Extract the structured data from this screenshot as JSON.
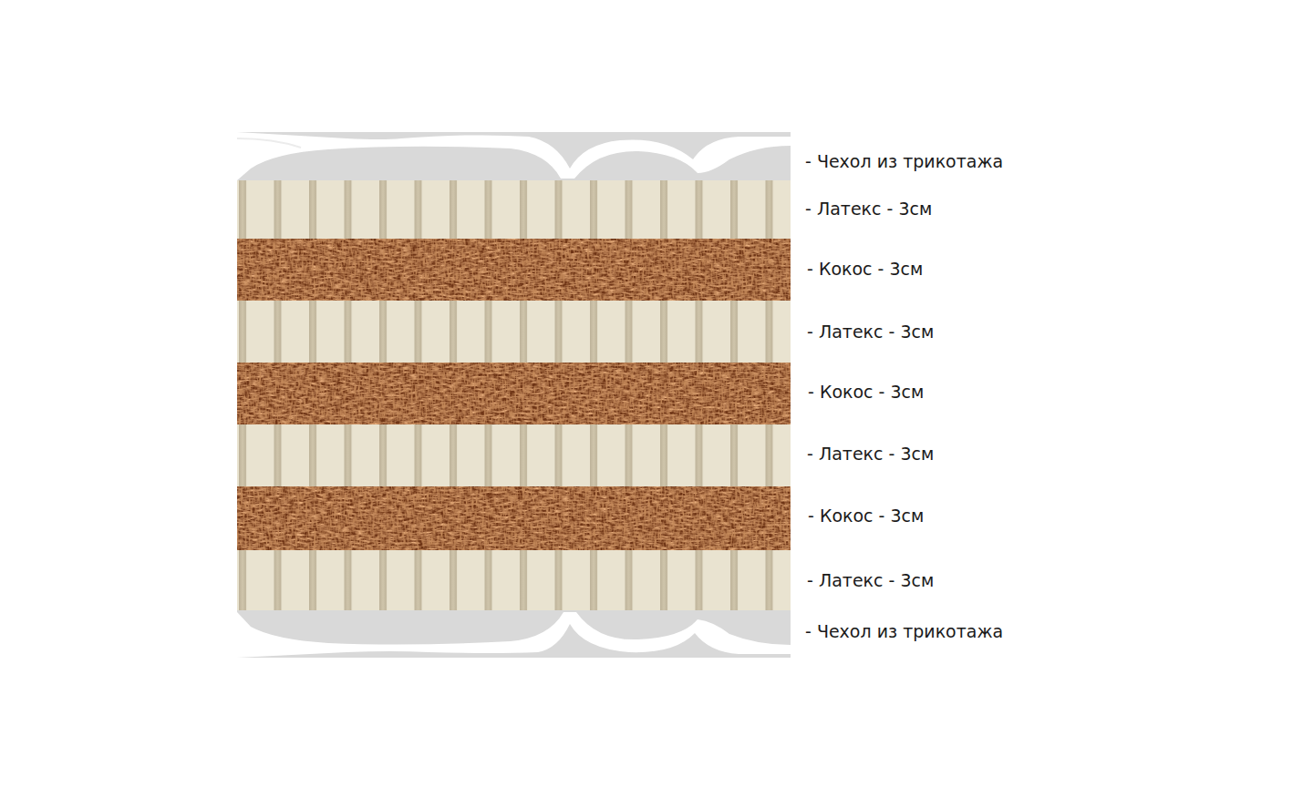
{
  "diagram": {
    "labels": [
      "- Чехол из трикотажа",
      "- Латекс - 3см",
      "- Кокос - 3см",
      "- Латекс - 3см",
      "- Кокос - 3см",
      "- Латекс - 3см",
      "- Кокос - 3см",
      "- Латекс - 3см",
      "- Чехол из трикотажа"
    ]
  }
}
